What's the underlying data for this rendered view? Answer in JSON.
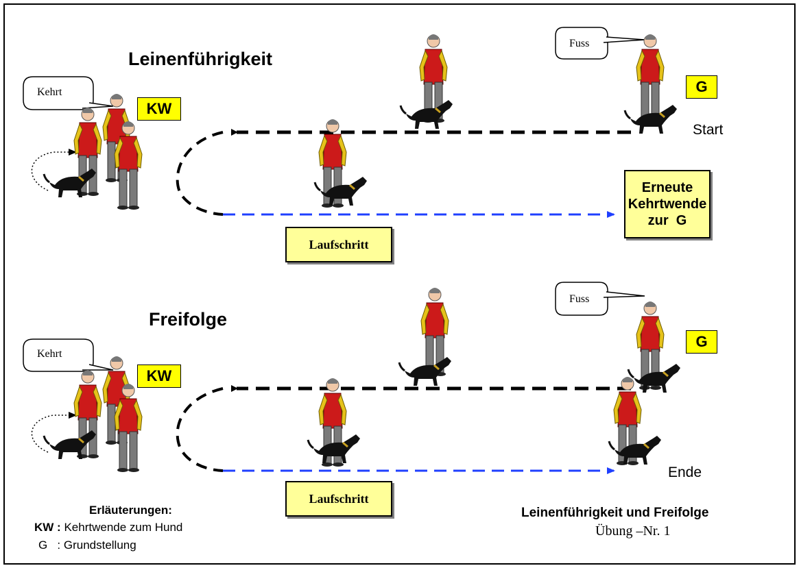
{
  "sections": [
    {
      "title": "Leinenführigkeit",
      "left_bubble": "Kehrt",
      "left_tag": "KW",
      "right_bubble": "Fuss",
      "right_tag": "G",
      "position_label": "Start",
      "pace_box": "Laufschritt",
      "turn_box": [
        "Erneute",
        "Kehrtwende",
        "zur  G"
      ]
    },
    {
      "title": "Freifolge",
      "left_bubble": "Kehrt",
      "left_tag": "KW",
      "right_bubble": "Fuss",
      "right_tag": "G",
      "position_label": "Ende",
      "pace_box": "Laufschritt"
    }
  ],
  "legend": {
    "heading": "Erläuterungen:",
    "items": [
      {
        "key": "KW :",
        "text": "Kehrtwende zum Hund"
      },
      {
        "key": "G   :",
        "text": "Grundstellung"
      }
    ]
  },
  "footer": {
    "title": "Leinenführigkeit und Freifolge",
    "subtitle": "Übung –Nr. 1"
  },
  "colors": {
    "tag_fill": "#ffff00",
    "box_fill": "#ffff99",
    "return_arrow": "#000000",
    "outbound_arrow": "#1f3fff",
    "vest": "#cc1a1a",
    "sleeve": "#e6c21a",
    "trousers": "#7a7a7a",
    "dog": "#111111"
  }
}
